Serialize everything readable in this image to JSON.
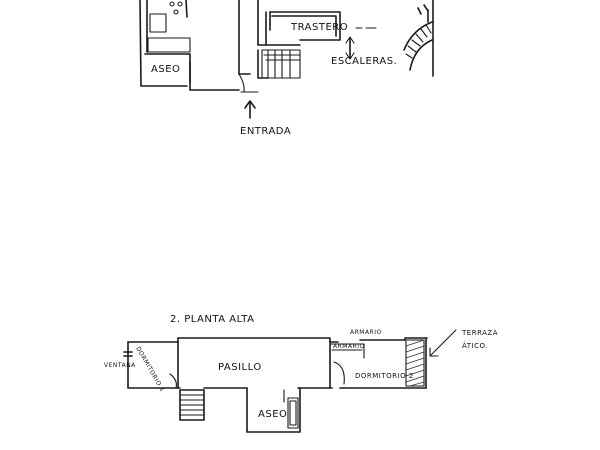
{
  "ground_floor": {
    "rooms": {
      "aseo": "ASEO",
      "trastero": "TRASTERO"
    },
    "labels": {
      "escaleras": "ESCALERAS.",
      "entrada": "ENTRADA"
    }
  },
  "upper_floor": {
    "title": "2. PLANTA ALTA",
    "rooms": {
      "dormitorio_1": "DORMITORIO 1",
      "pasillo": "PASILLO",
      "dormitorio_2": "DORMITORIO 2",
      "aseo": "ASEO",
      "armario": "ARMARIO"
    },
    "labels": {
      "ventana": "VENTANA",
      "armario_callout": "ARMARIO",
      "terraza": "TERRAZA",
      "atico": "ÁTICO."
    }
  }
}
